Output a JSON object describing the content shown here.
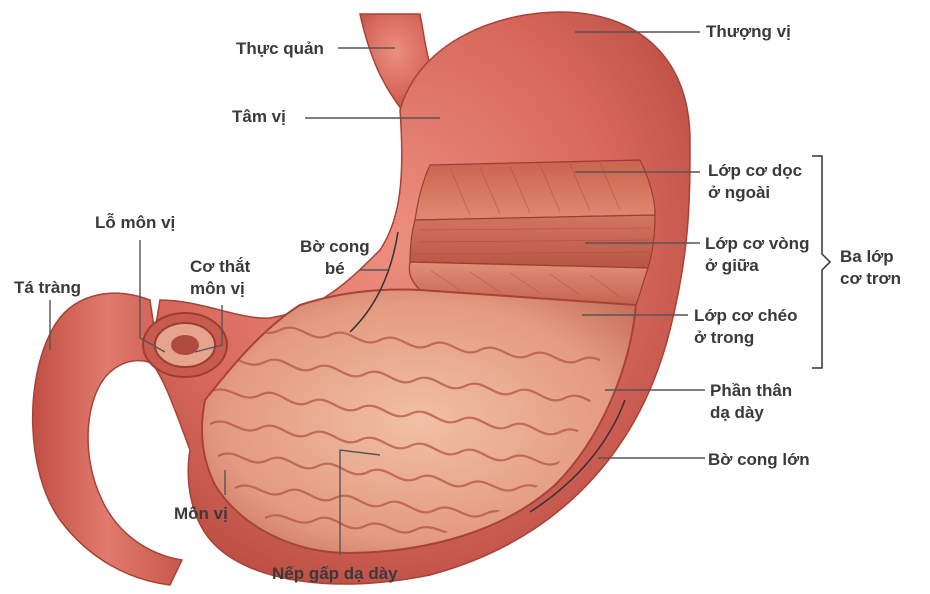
{
  "labels": {
    "esophagus": "Thực quản",
    "fundus": "Thượng vị",
    "cardia": "Tâm vị",
    "longitudinal_layer": [
      "Lớp cơ dọc",
      "ở ngoài"
    ],
    "circular_layer": [
      "Lớp cơ vòng",
      "ở giữa"
    ],
    "oblique_layer": [
      "Lớp cơ chéo",
      "ở trong"
    ],
    "three_layers": [
      "Ba lớp",
      "cơ trơn"
    ],
    "lesser_curvature": [
      "Bờ cong",
      "bé"
    ],
    "pyloric_orifice": "Lỗ môn vị",
    "pyloric_sphincter": [
      "Cơ thắt",
      "môn vị"
    ],
    "duodenum": "Tá tràng",
    "body": [
      "Phần thân",
      "dạ dày"
    ],
    "greater_curvature": "Bờ cong lớn",
    "pylorus": "Môn vị",
    "rugae": "Nếp gấp dạ dày"
  },
  "colors": {
    "wall": "#d8685c",
    "wall_dark": "#b44a40",
    "muscle": "#c8604f",
    "mucosa": "#e8a58c",
    "fold": "#b85a4a",
    "leader": "#555555"
  }
}
